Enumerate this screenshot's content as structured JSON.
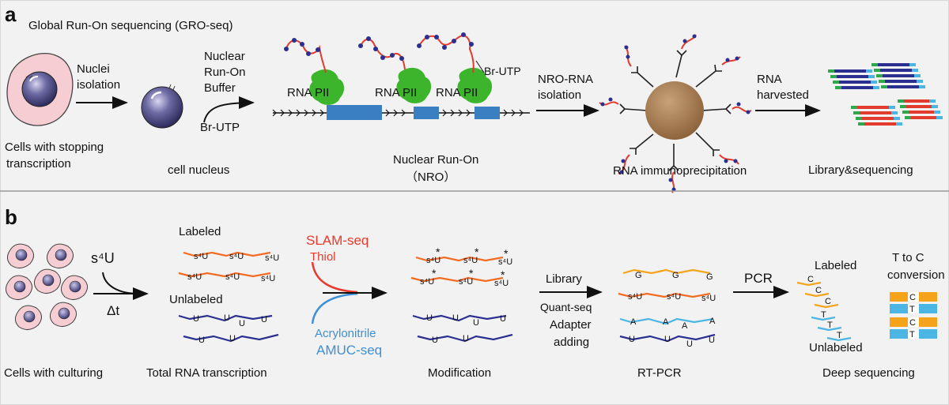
{
  "panel_a": {
    "letter": "a",
    "title": "Global Run-On sequencing (GRO-seq)",
    "cells_label_1": "Cells with stopping",
    "cells_label_2": "transcription",
    "nuclei_1": "Nuclei",
    "nuclei_2": "isolation",
    "cell_nucleus": "cell nucleus",
    "buffer_1": "Nuclear",
    "buffer_2": "Run-On",
    "buffer_3": "Buffer",
    "brutp": "Br-UTP",
    "rna_pii": "RNA PII",
    "brutp_tag": "Br-UTP",
    "nro_1": "Nuclear Run-On",
    "nro_2": "（NRO）",
    "nro_rna_1": "NRO-RNA",
    "nro_rna_2": "isolation",
    "rip": "RNA immunoprecipitation",
    "rna_harvested_1": "RNA",
    "rna_harvested_2": "harvested",
    "library": "Library&sequencing"
  },
  "panel_b": {
    "letter": "b",
    "s4u": "s⁴U",
    "delta_t": "Δt",
    "cells_culturing": "Cells with culturing",
    "labeled": "Labeled",
    "unlabeled": "Unlabeled",
    "total_rna": "Total RNA transcription",
    "s4u_mark": "s⁴U",
    "u_mark": "U",
    "slam_seq": "SLAM-seq",
    "thiol": "Thiol",
    "acrylonitrile": "Acrylonitrile",
    "amuc_seq": "AMUC-seq",
    "star": "*",
    "modification": "Modification",
    "library": "Library",
    "quant_seq": "Quant-seq",
    "adapter_1": "Adapter",
    "adapter_2": "adding",
    "g_mark": "G",
    "a_mark": "A",
    "rt_pcr": "RT-PCR",
    "pcr": "PCR",
    "c_mark": "C",
    "t_mark": "T",
    "labeled_2": "Labeled",
    "unlabeled_2": "Unlabeled",
    "t_to_c_1": "T to C",
    "t_to_c_2": "conversion",
    "deep_seq": "Deep sequencing"
  },
  "colors": {
    "background": "#f2f2f2",
    "labeled_rna": "#f26b21",
    "unlabeled_rna": "#2b2f8f",
    "slam": "#e8392b",
    "amuc": "#3d8fd6",
    "pol": "#3cb52d",
    "dna_block": "#3a7fc1",
    "bead": "#a67b52",
    "nucleus": "#5a5a8f"
  }
}
